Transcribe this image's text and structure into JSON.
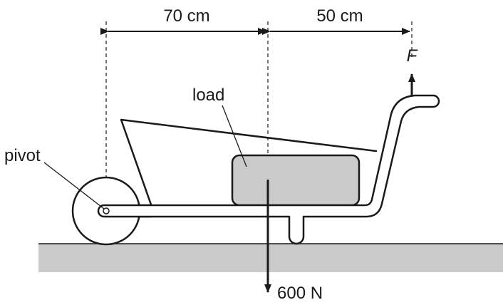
{
  "labels": {
    "dim_left": "70 cm",
    "dim_right": "50 cm",
    "force_symbol": "F",
    "load": "load",
    "pivot": "pivot",
    "weight": "600 N"
  },
  "colors": {
    "ink": "#1a1a1a",
    "ground": "#cbcbcb",
    "load_fill": "#cbcbcb",
    "background": "#ffffff"
  }
}
